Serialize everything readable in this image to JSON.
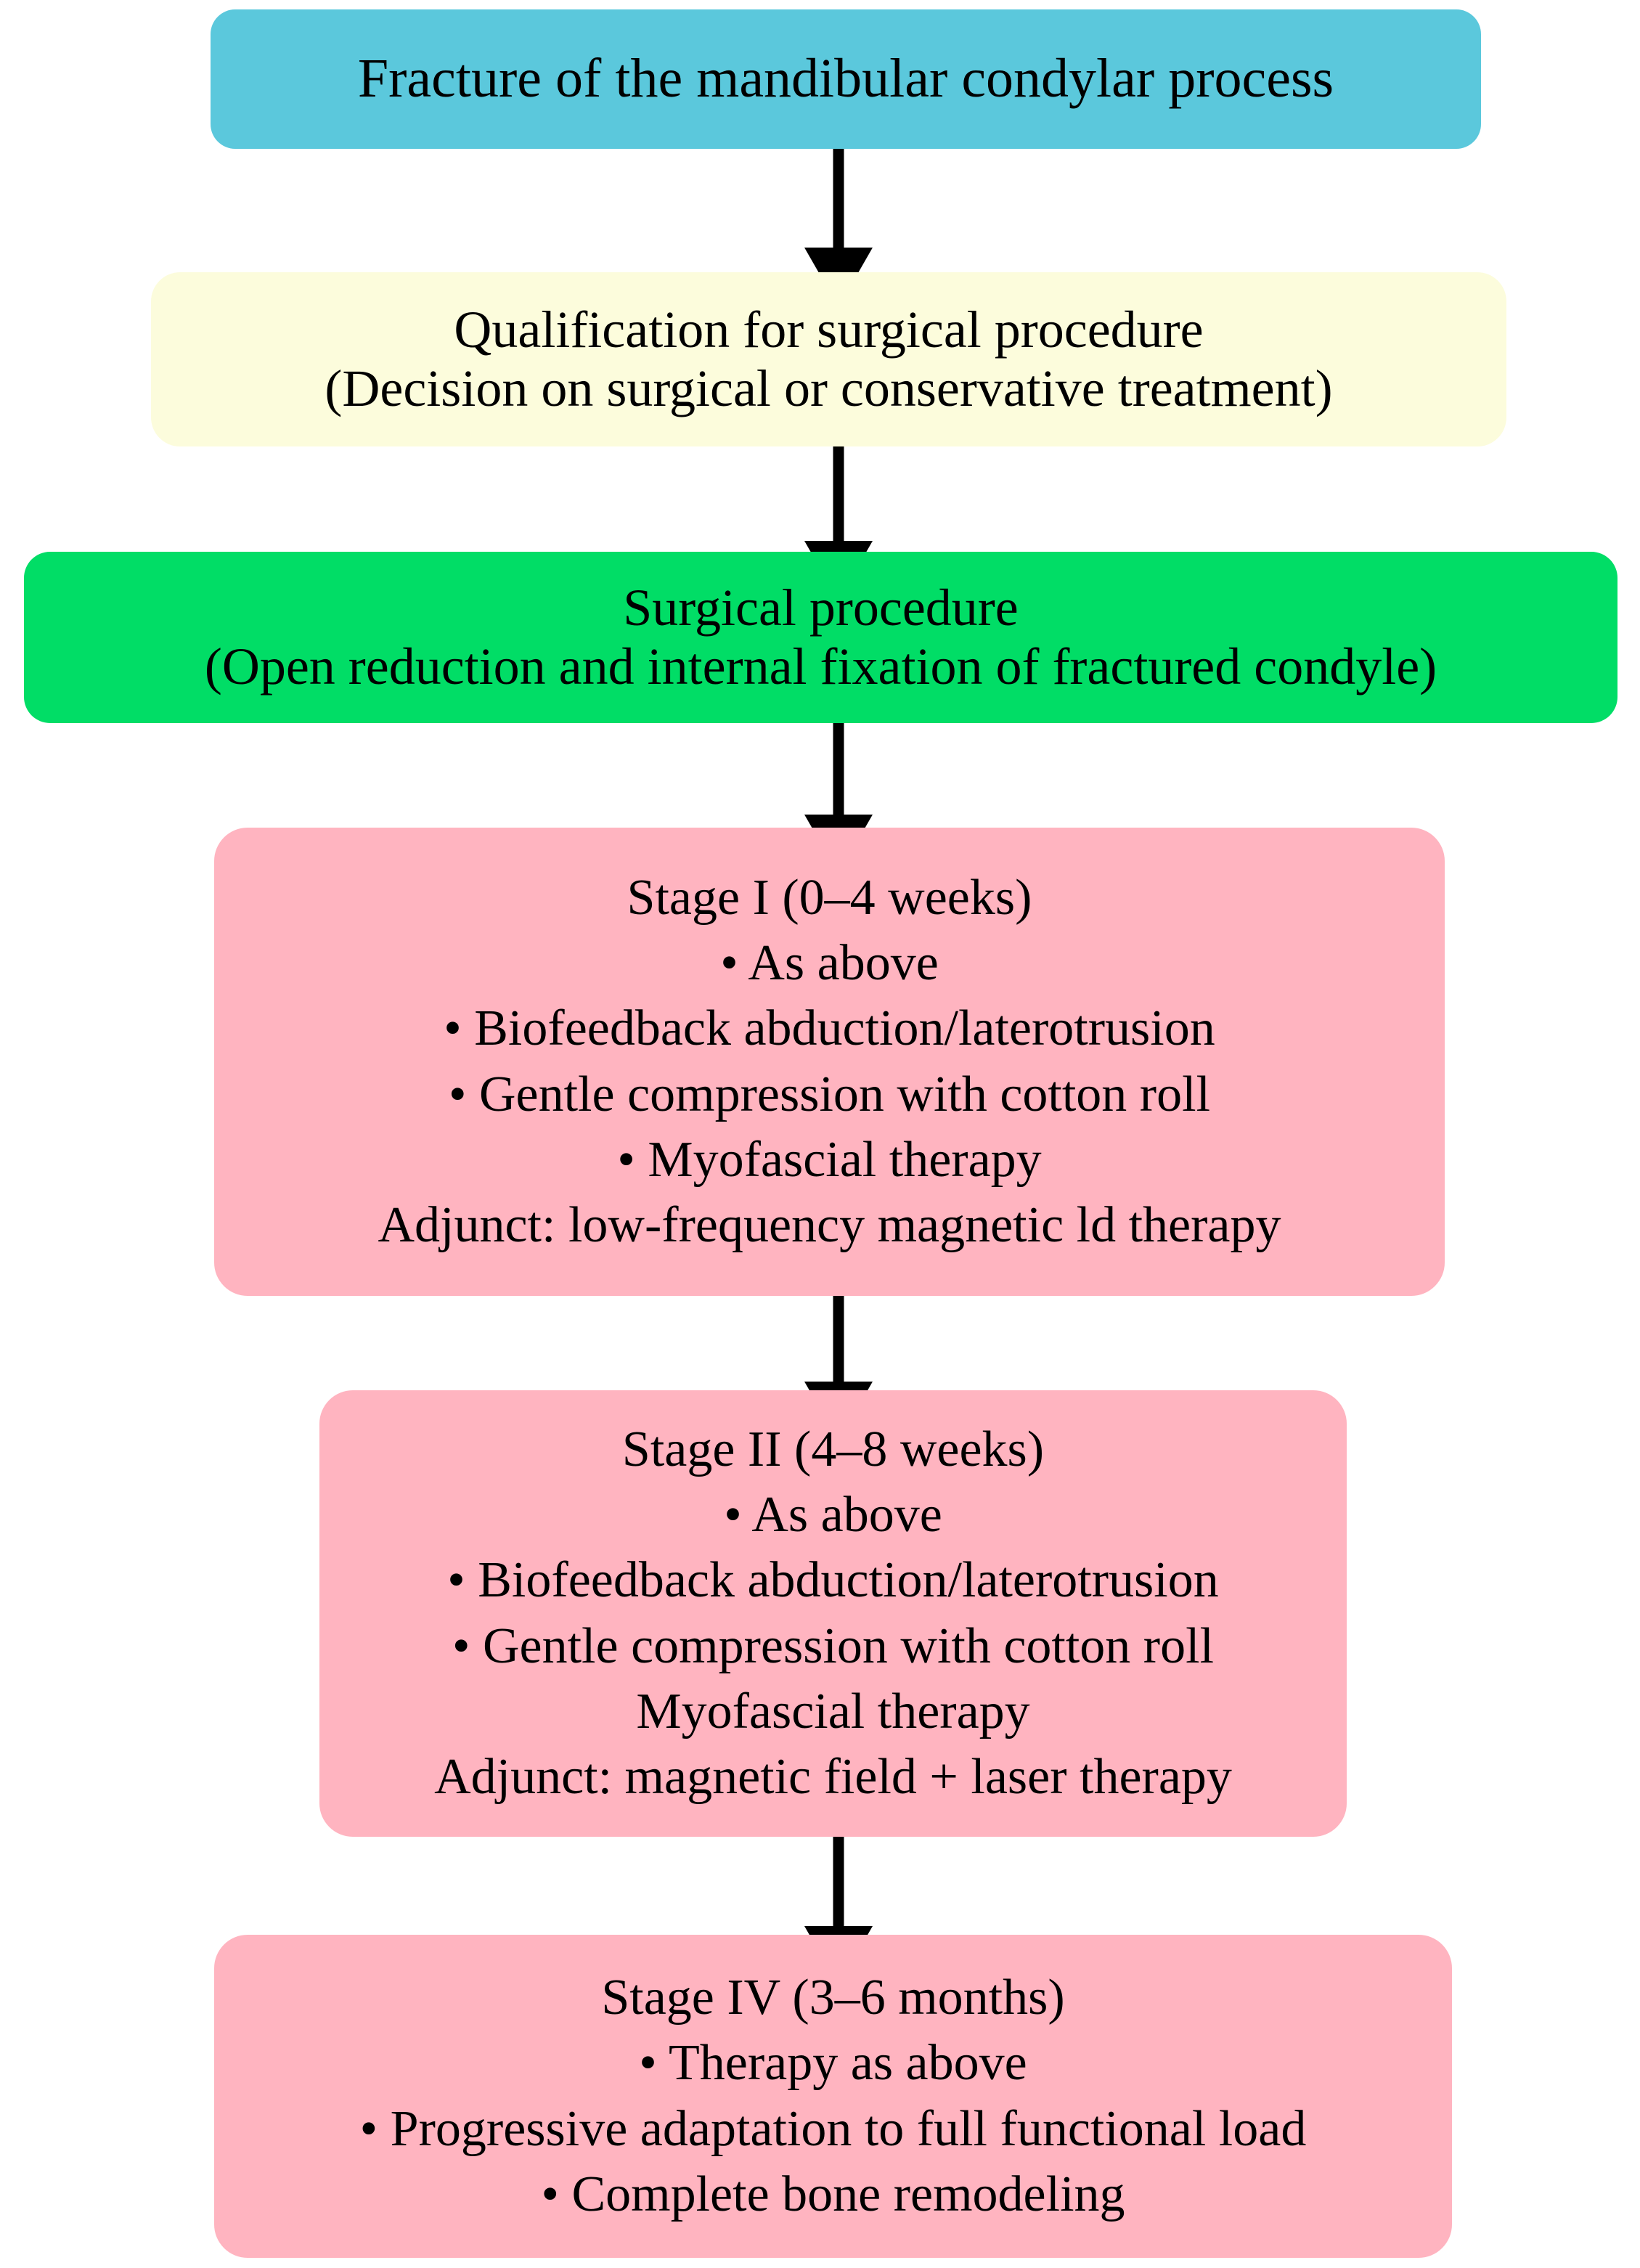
{
  "diagram": {
    "type": "flowchart",
    "orientation": "vertical-top-down",
    "colors": {
      "diagnosis_box": "#5BC8DC",
      "qualification_box": "#FCFCDC",
      "surgery_box": "#01DD66",
      "stage_box": "#FFB4C0",
      "arrow": "#000000",
      "text": "#000000",
      "background": "#FFFFFF"
    },
    "nodes": {
      "diagnosis": {
        "lines": [
          "Fracture of the mandibular condylar process"
        ]
      },
      "qualification": {
        "lines": [
          "Qualification for surgical procedure",
          "(Decision on surgical or conservative treatment)"
        ]
      },
      "surgery": {
        "lines": [
          "Surgical procedure",
          "(Open reduction and internal fixation of fractured condyle)"
        ]
      },
      "stage_1": {
        "lines": [
          "Stage I (0–4 weeks)",
          "• As above",
          "• Biofeedback abduction/laterotrusion",
          "• Gentle compression with cotton roll",
          "• Myofascial therapy",
          "Adjunct: low-frequency magnetic ld therapy"
        ]
      },
      "stage_2": {
        "lines": [
          "Stage II (4–8 weeks)",
          "• As above",
          "• Biofeedback abduction/laterotrusion",
          "• Gentle compression with cotton roll",
          "Myofascial therapy",
          "Adjunct: magnetic field + laser therapy"
        ]
      },
      "stage_4": {
        "lines": [
          "Stage IV (3–6 months)",
          "• Therapy as above",
          "• Progressive adaptation to full functional load",
          "• Complete bone remodeling"
        ]
      }
    },
    "edges": [
      {
        "from": "diagnosis",
        "to": "qualification"
      },
      {
        "from": "qualification",
        "to": "surgery"
      },
      {
        "from": "surgery",
        "to": "stage_1"
      },
      {
        "from": "stage_1",
        "to": "stage_2"
      },
      {
        "from": "stage_2",
        "to": "stage_4"
      }
    ]
  }
}
